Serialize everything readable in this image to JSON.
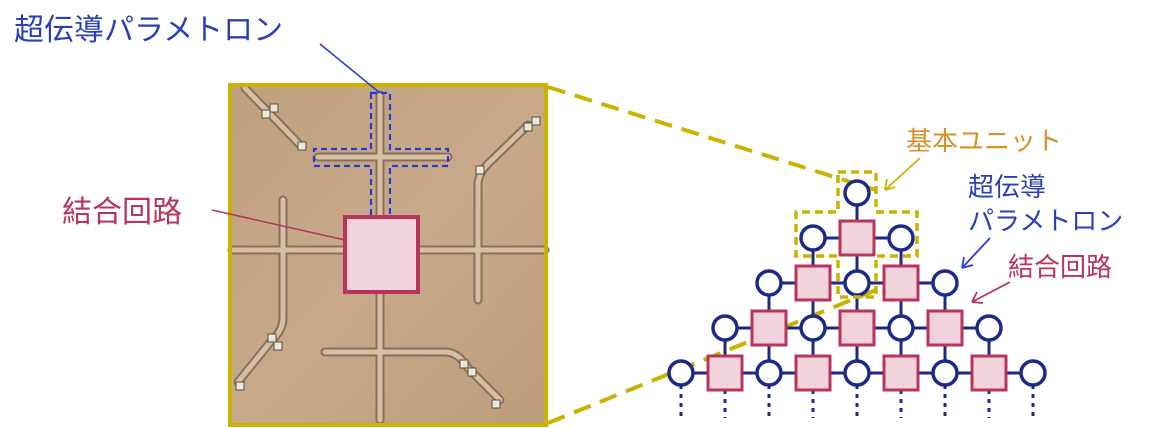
{
  "labels": {
    "parametron_top": "超伝導パラメトロン",
    "coupler_left": "結合回路",
    "unit": "基本ユニット",
    "parametron_right_line1": "超伝導",
    "parametron_right_line2": "パラメトロン",
    "coupler_right": "結合回路"
  },
  "colors": {
    "blue_label": "#2b3fb5",
    "crimson": "#b8345a",
    "orange_label": "#d8902a",
    "olive_frame": "#c8b400",
    "node_navy": "#1c2a86",
    "coupler_fill": "#f2d3dc",
    "photo_bg": "#c4a585"
  },
  "lattice": {
    "rows": [
      {
        "nodes": 1,
        "couplers": 0
      },
      {
        "nodes": 2,
        "couplers": 1
      },
      {
        "nodes": 3,
        "couplers": 2
      },
      {
        "nodes": 4,
        "couplers": 3
      },
      {
        "nodes": 5,
        "couplers": 4
      }
    ]
  }
}
